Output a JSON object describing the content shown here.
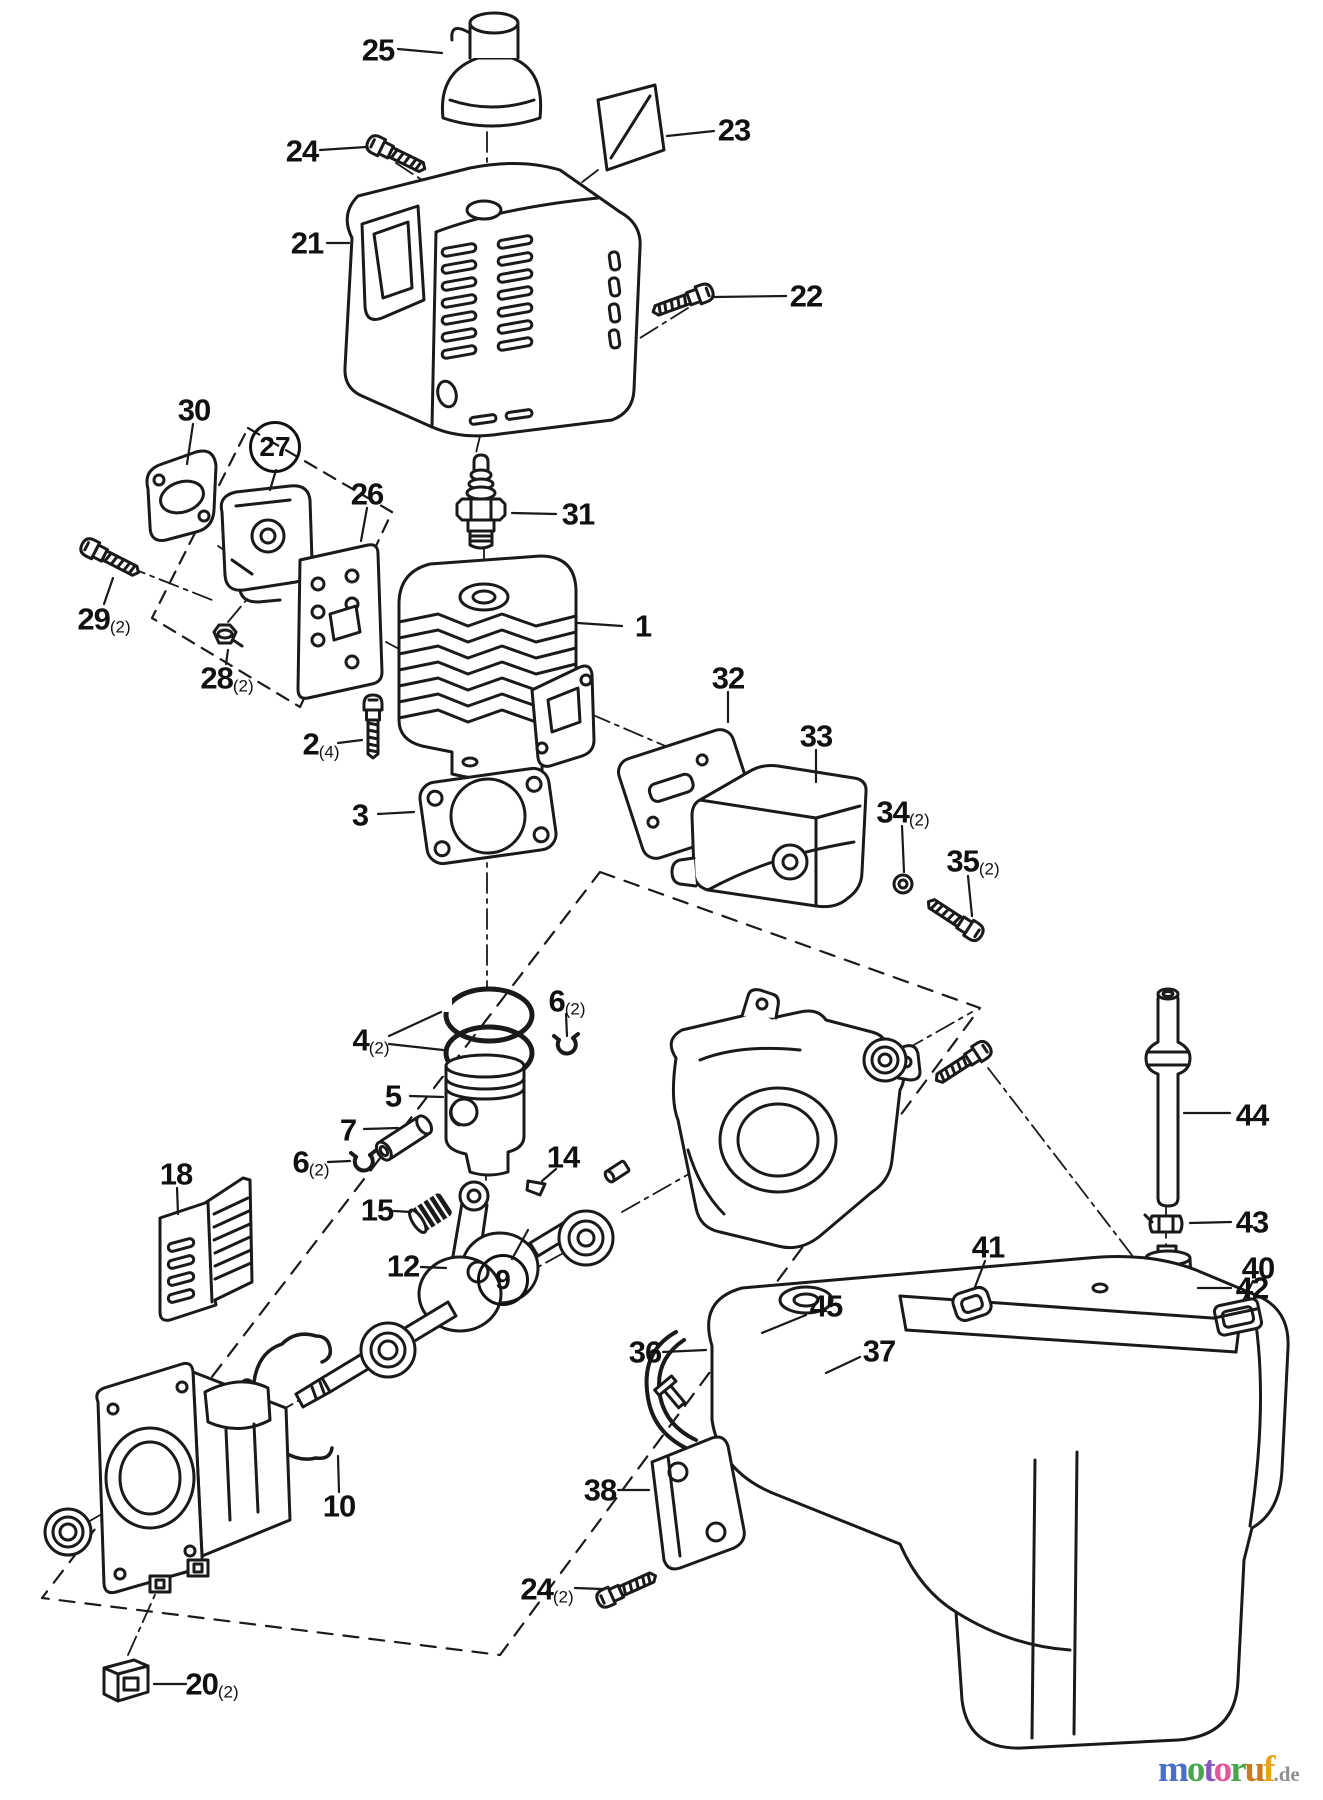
{
  "diagram": {
    "type": "exploded-parts-diagram",
    "background_color": "#ffffff",
    "line_color": "#1a1a1a",
    "callouts": [
      {
        "num": "25",
        "sub": ""
      },
      {
        "num": "23",
        "sub": ""
      },
      {
        "num": "24",
        "sub": ""
      },
      {
        "num": "21",
        "sub": ""
      },
      {
        "num": "22",
        "sub": ""
      },
      {
        "num": "30",
        "sub": ""
      },
      {
        "num": "27",
        "sub": ""
      },
      {
        "num": "26",
        "sub": ""
      },
      {
        "num": "31",
        "sub": ""
      },
      {
        "num": "1",
        "sub": ""
      },
      {
        "num": "29",
        "sub": "(2)"
      },
      {
        "num": "28",
        "sub": "(2)"
      },
      {
        "num": "2",
        "sub": "(4)"
      },
      {
        "num": "3",
        "sub": ""
      },
      {
        "num": "32",
        "sub": ""
      },
      {
        "num": "33",
        "sub": ""
      },
      {
        "num": "34",
        "sub": "(2)"
      },
      {
        "num": "35",
        "sub": "(2)"
      },
      {
        "num": "6",
        "sub": "(2)"
      },
      {
        "num": "4",
        "sub": "(2)"
      },
      {
        "num": "5",
        "sub": ""
      },
      {
        "num": "7",
        "sub": ""
      },
      {
        "num": "6",
        "sub": "(2)"
      },
      {
        "num": "14",
        "sub": ""
      },
      {
        "num": "15",
        "sub": ""
      },
      {
        "num": "12",
        "sub": ""
      },
      {
        "num": "18",
        "sub": ""
      },
      {
        "num": "9",
        "sub": ""
      },
      {
        "num": "10",
        "sub": ""
      },
      {
        "num": "44",
        "sub": ""
      },
      {
        "num": "43",
        "sub": ""
      },
      {
        "num": "42",
        "sub": ""
      },
      {
        "num": "45",
        "sub": ""
      },
      {
        "num": "37",
        "sub": ""
      },
      {
        "num": "41",
        "sub": ""
      },
      {
        "num": "40",
        "sub": ""
      },
      {
        "num": "36",
        "sub": ""
      },
      {
        "num": "38",
        "sub": ""
      },
      {
        "num": "20",
        "sub": "(2)"
      },
      {
        "num": "24",
        "sub": "(2)"
      }
    ]
  },
  "watermark": {
    "letters": [
      {
        "ch": "m",
        "color": "#4a6fc4"
      },
      {
        "ch": "o",
        "color": "#4aa64d"
      },
      {
        "ch": "t",
        "color": "#8457bd"
      },
      {
        "ch": "o",
        "color": "#e0579c"
      },
      {
        "ch": "r",
        "color": "#4aa64d"
      },
      {
        "ch": "u",
        "color": "#c97a22"
      },
      {
        "ch": "f",
        "color": "#e9a41c"
      }
    ],
    "suffix": ".de",
    "suffix_color": "#8f8f8f"
  }
}
